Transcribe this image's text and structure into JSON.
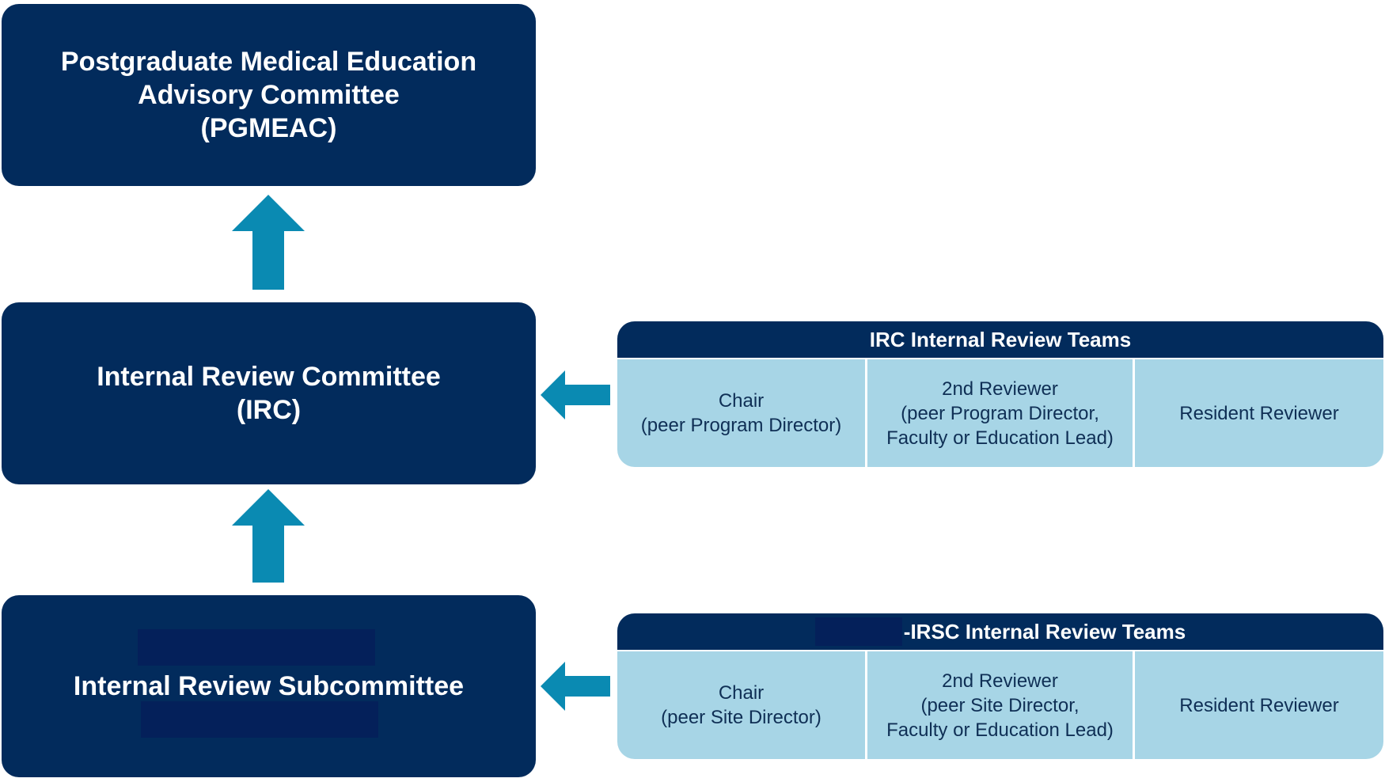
{
  "boxes": {
    "pgmeac": [
      "Postgraduate Medical Education",
      "Advisory Committee",
      "(PGMEAC)"
    ],
    "irc": [
      "Internal Review Committee",
      "(IRC)"
    ],
    "irsc": [
      "Internal Review Subcommittee"
    ]
  },
  "teams": [
    {
      "title": "IRC Internal Review Teams",
      "cells": [
        "Chair\n(peer Program Director)",
        "2nd Reviewer\n(peer Program Director,\nFaculty or Education Lead)",
        "Resident Reviewer"
      ]
    },
    {
      "title": "-IRSC Internal Review Teams",
      "cells": [
        "Chair\n(peer Site Director)",
        "2nd Reviewer\n(peer Site Director,\nFaculty or Education Lead)",
        "Resident Reviewer"
      ]
    }
  ],
  "colors": {
    "box": "#022b5c",
    "arrow": "#0a8ab2",
    "cell": "#a7d5e6"
  }
}
